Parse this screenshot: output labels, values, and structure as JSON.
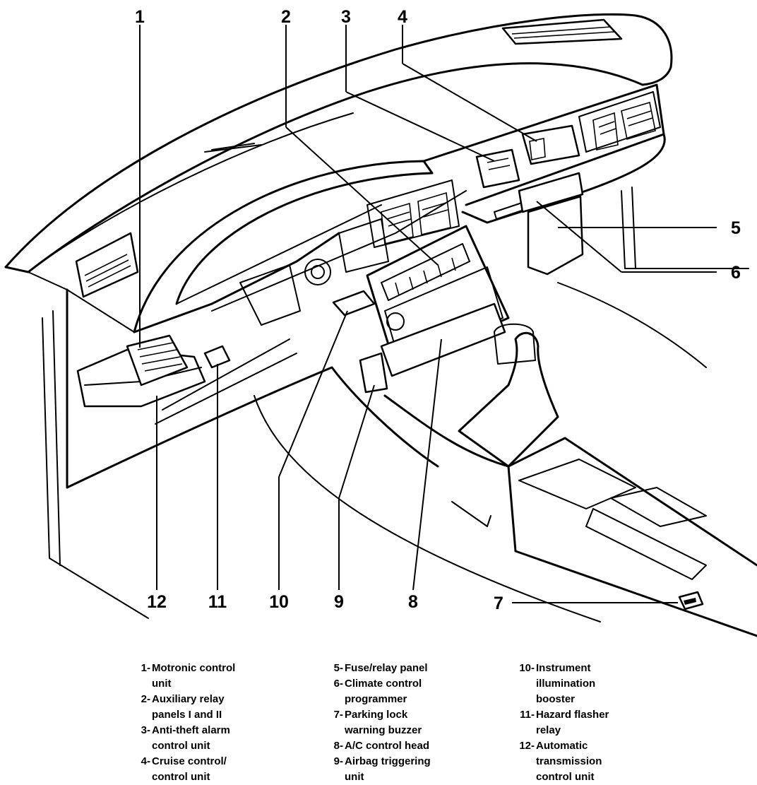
{
  "callouts": [
    "1",
    "2",
    "3",
    "4",
    "5",
    "6",
    "7",
    "8",
    "9",
    "10",
    "11",
    "12"
  ],
  "legend": [
    [
      {
        "num": "1",
        "text": "Motronic control\nunit"
      },
      {
        "num": "2",
        "text": "Auxiliary relay\npanels I and II"
      },
      {
        "num": "3",
        "text": "Anti-theft alarm\ncontrol unit"
      },
      {
        "num": "4",
        "text": "Cruise control/\ncontrol unit"
      }
    ],
    [
      {
        "num": "5",
        "text": "Fuse/relay panel"
      },
      {
        "num": "6",
        "text": "Climate control\nprogrammer"
      },
      {
        "num": "7",
        "text": "Parking lock\nwarning buzzer"
      },
      {
        "num": "8",
        "text": "A/C control head"
      },
      {
        "num": "9",
        "text": "Airbag triggering\nunit"
      }
    ],
    [
      {
        "num": "10",
        "text": "Instrument\nillumination\nbooster"
      },
      {
        "num": "11",
        "text": "Hazard flasher\nrelay"
      },
      {
        "num": "12",
        "text": "Automatic\ntransmission\ncontrol unit"
      }
    ]
  ]
}
